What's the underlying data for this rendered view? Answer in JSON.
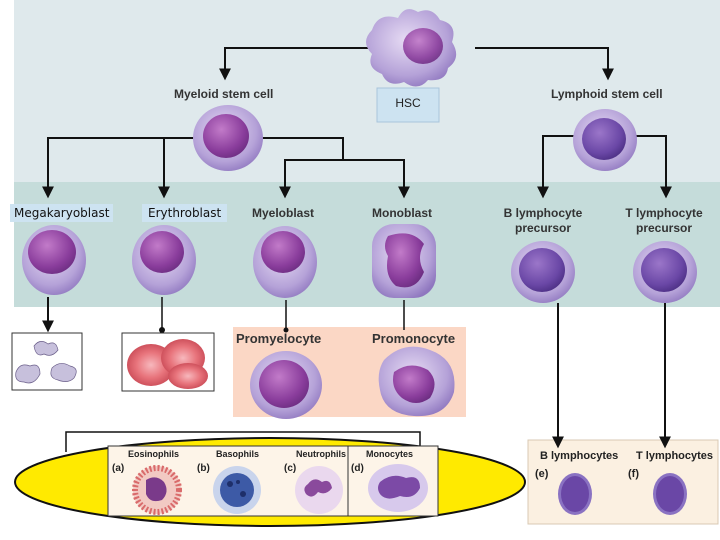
{
  "diagram": {
    "root": "HSC",
    "myeloid_stem_cell": "Myeloid stem cell",
    "lymphoid_stem_cell": "Lymphoid stem cell",
    "megakaryoblast": "Megakaryoblast",
    "erythroblast": "Erythroblast",
    "myeloblast": "Myeloblast",
    "monoblast": "Monoblast",
    "b_precursor_line1": "B lymphocyte",
    "b_precursor_line2": "precursor",
    "t_precursor_line1": "T lymphocyte",
    "t_precursor_line2": "precursor",
    "promyelocyte": "Promyelocyte",
    "promonocyte": "Promonocyte",
    "granulocytes": [
      {
        "letter": "(a)",
        "name": "Eosinophils"
      },
      {
        "letter": "(b)",
        "name": "Basophils"
      },
      {
        "letter": "(c)",
        "name": "Neutrophils"
      },
      {
        "letter": "(d)",
        "name": "Monocytes"
      }
    ],
    "lymphocytes": [
      {
        "letter": "(e)",
        "name": "B lymphocytes"
      },
      {
        "letter": "(f)",
        "name": "T lymphocytes"
      }
    ]
  },
  "colors": {
    "upper_band": "#dfe9ec",
    "lower_band": "#c5dcda",
    "highlight_box": "#fbd7c5",
    "lymph_box": "#fbf0e1",
    "ellipse_fill": "#ffea00",
    "cell_body": "#b7a6d8",
    "nucleus": "#8c3f9c",
    "rbc": "#e4656e",
    "label_box": "#cde3f1"
  }
}
